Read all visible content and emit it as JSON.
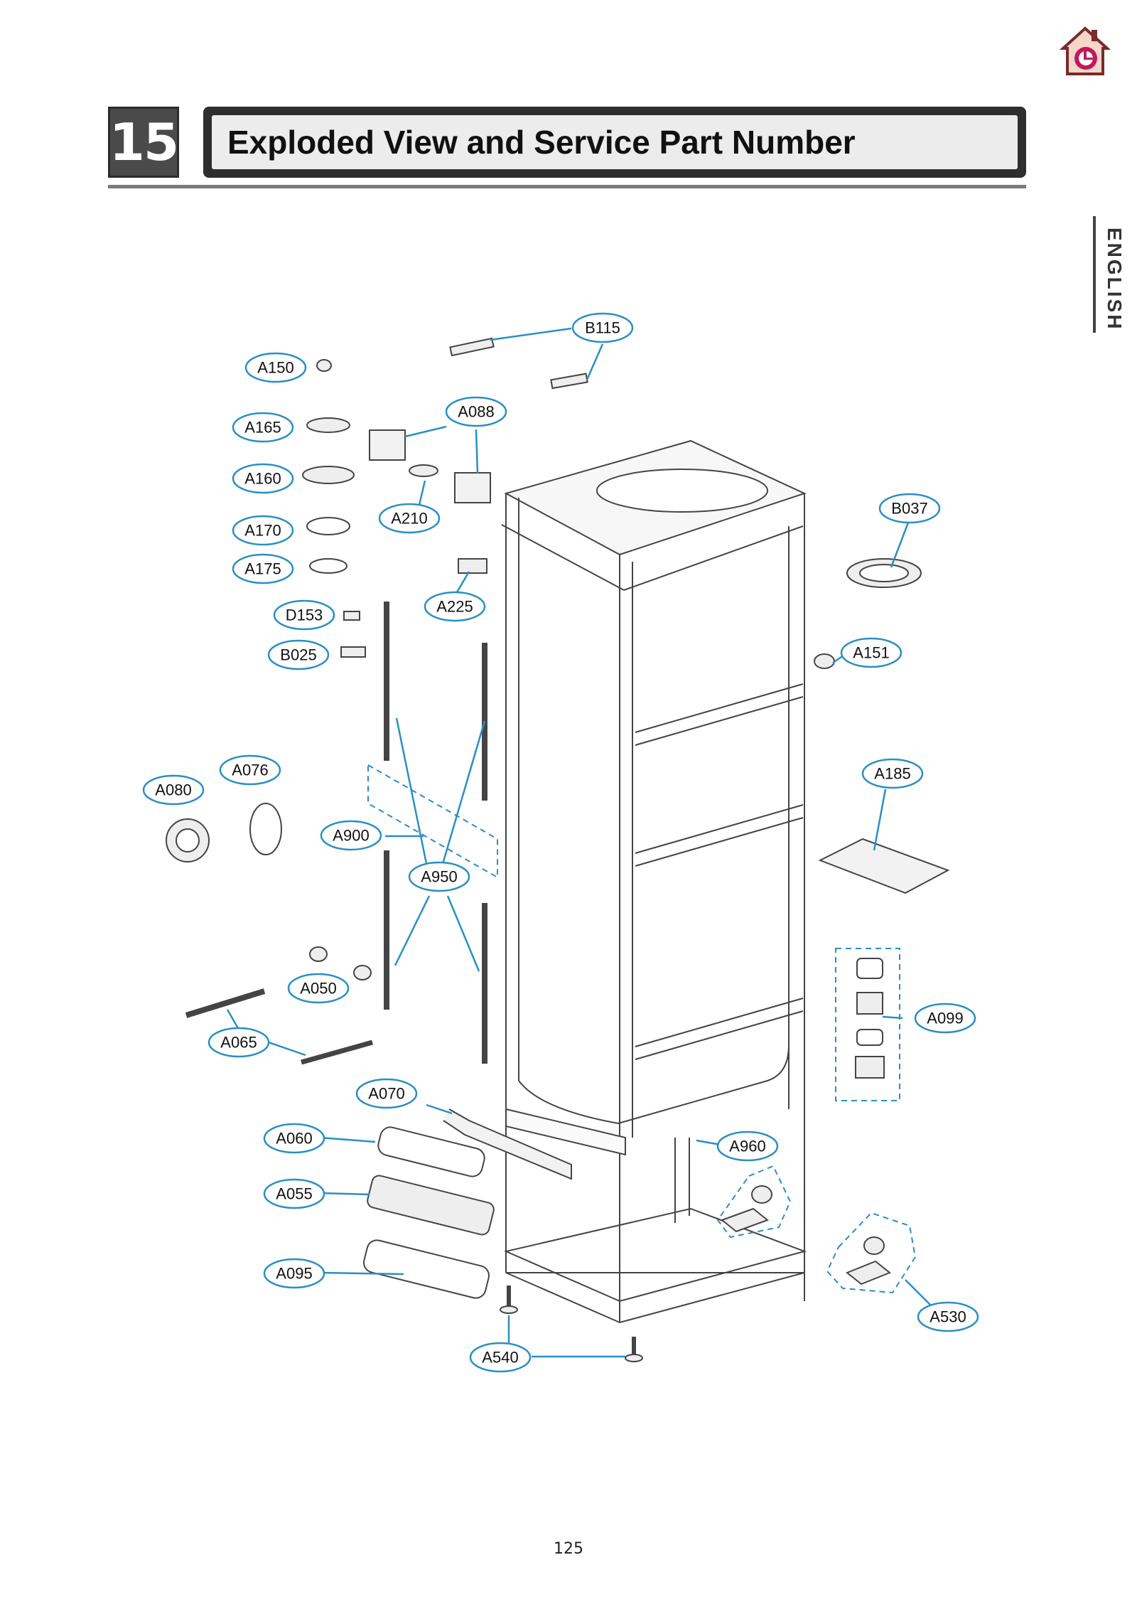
{
  "section": {
    "number": "15",
    "title": "Exploded View and Service Part Number"
  },
  "language_tab": "ENGLISH",
  "page_number": "125",
  "colors": {
    "callout": "#2a8fc4",
    "line": "#444444",
    "title_bar": "#2e2e2e"
  },
  "logo": {
    "icon": "lg-home-icon"
  },
  "parts": {
    "B115": "B115",
    "A150": "A150",
    "A088": "A088",
    "A165": "A165",
    "A160": "A160",
    "A210": "A210",
    "A170": "A170",
    "A175": "A175",
    "B037": "B037",
    "A225": "A225",
    "D153": "D153",
    "B025": "B025",
    "A151": "A151",
    "A076": "A076",
    "A080": "A080",
    "A185": "A185",
    "A900": "A900",
    "A950": "A950",
    "A050": "A050",
    "A099": "A099",
    "A065": "A065",
    "A070": "A070",
    "A060": "A060",
    "A960": "A960",
    "A055": "A055",
    "A095": "A095",
    "A530": "A530",
    "A540": "A540"
  }
}
